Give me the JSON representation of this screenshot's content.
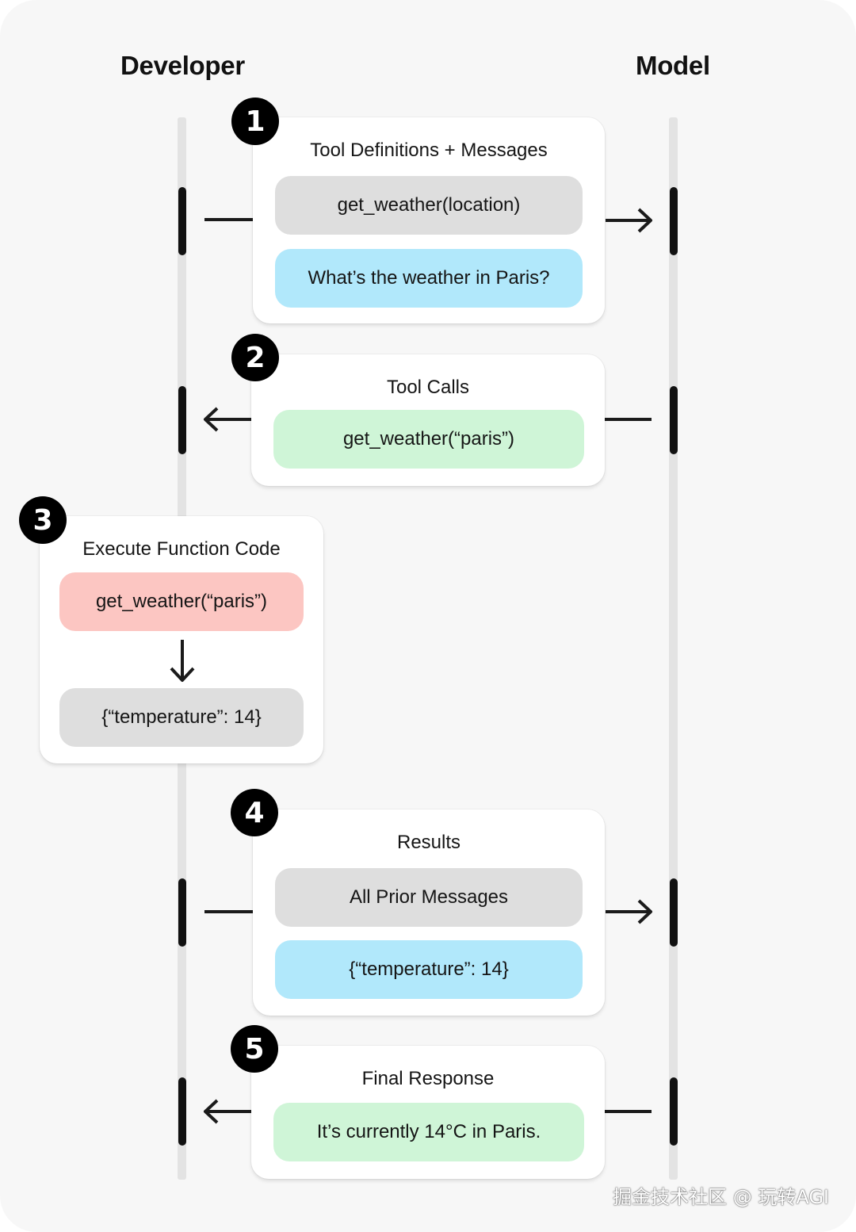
{
  "columns": {
    "developer": "Developer",
    "model": "Model"
  },
  "steps": [
    {
      "number": "1",
      "title": "Tool Definitions + Messages",
      "pills": [
        "get_weather(location)",
        "What’s the weather in Paris?"
      ],
      "direction": "developer-to-model"
    },
    {
      "number": "2",
      "title": "Tool Calls",
      "pills": [
        "get_weather(“paris”)"
      ],
      "direction": "model-to-developer"
    },
    {
      "number": "3",
      "title": "Execute Function Code",
      "pills": [
        "get_weather(“paris”)",
        "{“temperature”: 14}"
      ],
      "direction": "local"
    },
    {
      "number": "4",
      "title": "Results",
      "pills": [
        "All Prior Messages",
        "{“temperature”: 14}"
      ],
      "direction": "developer-to-model"
    },
    {
      "number": "5",
      "title": "Final Response",
      "pills": [
        "It’s currently 14°C in Paris."
      ],
      "direction": "model-to-developer"
    }
  ],
  "colors": {
    "gray": "#dedede",
    "blue": "#b1e8fb",
    "green": "#cff5d7",
    "red": "#fcc6c2",
    "badge": "#000000"
  },
  "watermark": "掘金技术社区 @ 玩转AGI"
}
